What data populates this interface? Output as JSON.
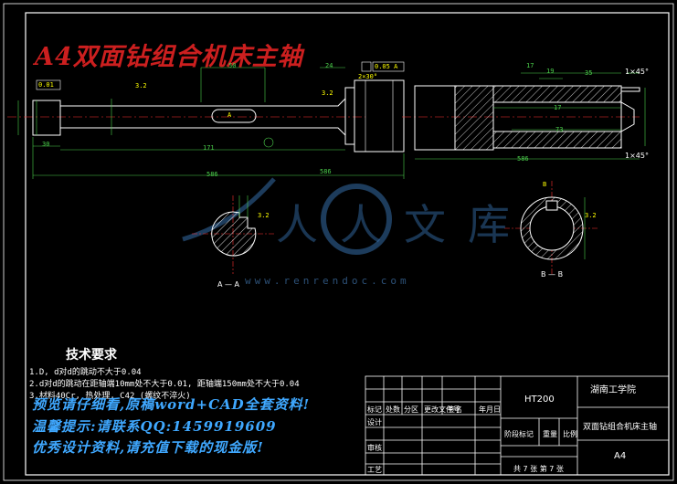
{
  "drawing": {
    "title": "A4双面钻组合机床主轴",
    "school": "湖南工学院",
    "part_title": "双面钻组合机床主轴",
    "material": "HT200",
    "paper_size": "A4",
    "sheet_info": "共 7 张  第 7 张",
    "tb_labels": {
      "stage_mark": "阶段标记",
      "weight": "重量",
      "scale": "比例",
      "mark": "标记",
      "count": "处数",
      "zone": "分区",
      "change_doc": "更改文件号",
      "sign": "签名",
      "date": "年月日",
      "design": "设计",
      "review": "审核",
      "process": "工艺"
    }
  },
  "requirements": {
    "title": "技术要求",
    "items": [
      "1.D, d对d的跳动不大于0.04",
      "2.d对d的跳动在距轴端10mm处不大于0.01, 距轴端150mm处不大于0.04",
      "3.材料40Cr, 热处理, C42 (螺纹不淬火)"
    ]
  },
  "dims": {
    "total_length": "586",
    "len_171": "171",
    "len_30": "30",
    "len_50": "50",
    "len_73": "73",
    "len_35": "35",
    "len_17": "17",
    "len_19": "19",
    "len_17b": "17",
    "len_24": "24",
    "chamfer_1": "1×45°",
    "chamfer_2": "1×45°",
    "angle": "2×30°",
    "tol_1": "0.01",
    "tol_2": "0.05 A",
    "rough_1": "3.2",
    "rough_2": "3.2",
    "rough_3": "3.2",
    "rough_4": "3.2",
    "section_1": "A — A",
    "section_2": "B — B",
    "datum_a": "A",
    "datum_b": "B"
  },
  "watermark": {
    "name": "人人文库",
    "url": "www.renrendoc.com"
  },
  "promo": {
    "line1": "预览请仔细看,原稿word+CAD全套资料!",
    "line2": "温馨提示:请联系QQ:1459919609",
    "line3": "优秀设计资料,请充值下载的现金版!"
  },
  "colors": {
    "background": "#000000",
    "outline": "#ffffff",
    "dimension": "#4cd04c",
    "text_dim": "#ffff00",
    "centerline": "#ff3030",
    "title": "#cc1f1f",
    "promo": "#3fa8ff"
  }
}
